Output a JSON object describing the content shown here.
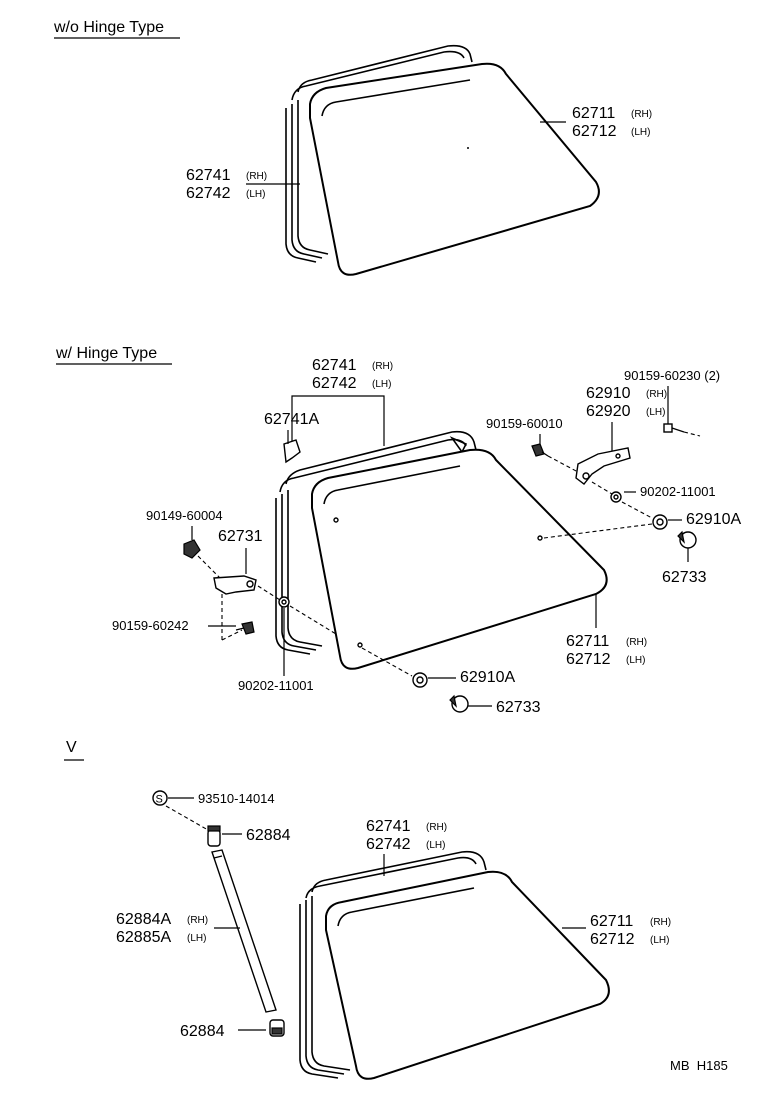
{
  "sections": {
    "wo_hinge": {
      "title": "w/o Hinge Type"
    },
    "w_hinge": {
      "title": "w/ Hinge Type"
    },
    "v": {
      "title": "V"
    }
  },
  "labels": {
    "a_62711": {
      "num": "62711",
      "sfx": "(RH)"
    },
    "a_62712": {
      "num": "62712",
      "sfx": "(LH)"
    },
    "a_62741": {
      "num": "62741",
      "sfx": "(RH)"
    },
    "a_62742": {
      "num": "62742",
      "sfx": "(LH)"
    },
    "b_62741": {
      "num": "62741",
      "sfx": "(RH)"
    },
    "b_62742": {
      "num": "62742",
      "sfx": "(LH)"
    },
    "b_62741A": {
      "num": "62741A"
    },
    "b_90159_60230": {
      "num": "90159-60230 (2)"
    },
    "b_62910": {
      "num": "62910",
      "sfx": "(RH)"
    },
    "b_62920": {
      "num": "62920",
      "sfx": "(LH)"
    },
    "b_90159_60010": {
      "num": "90159-60010"
    },
    "b_90202_11001_r": {
      "num": "90202-11001"
    },
    "b_62910A_r": {
      "num": "62910A"
    },
    "b_62733_r": {
      "num": "62733"
    },
    "b_90149_60004": {
      "num": "90149-60004"
    },
    "b_62731": {
      "num": "62731"
    },
    "b_90159_60242": {
      "num": "90159-60242"
    },
    "b_90202_11001_l": {
      "num": "90202-11001"
    },
    "b_62711": {
      "num": "62711",
      "sfx": "(RH)"
    },
    "b_62712": {
      "num": "62712",
      "sfx": "(LH)"
    },
    "b_62910A_b": {
      "num": "62910A"
    },
    "b_62733_b": {
      "num": "62733"
    },
    "c_93510": {
      "num": "93510-14014"
    },
    "c_62884_t": {
      "num": "62884"
    },
    "c_62884A": {
      "num": "62884A",
      "sfx": "(RH)"
    },
    "c_62885A": {
      "num": "62885A",
      "sfx": "(LH)"
    },
    "c_62884_b": {
      "num": "62884"
    },
    "c_62741": {
      "num": "62741",
      "sfx": "(RH)"
    },
    "c_62742": {
      "num": "62742",
      "sfx": "(LH)"
    },
    "c_62711": {
      "num": "62711",
      "sfx": "(RH)"
    },
    "c_62712": {
      "num": "62712",
      "sfx": "(LH)"
    }
  },
  "symbols": {
    "s_mark": "S"
  },
  "footer": {
    "ref": "MB  H185"
  },
  "icons": {
    "glass": "quarter-glass-icon",
    "seal": "weatherstrip-seal-icon",
    "hinge": "hinge-icon",
    "bolt": "bolt-icon",
    "washer": "washer-icon",
    "cap": "cap-icon",
    "stay": "gas-stay-icon"
  }
}
